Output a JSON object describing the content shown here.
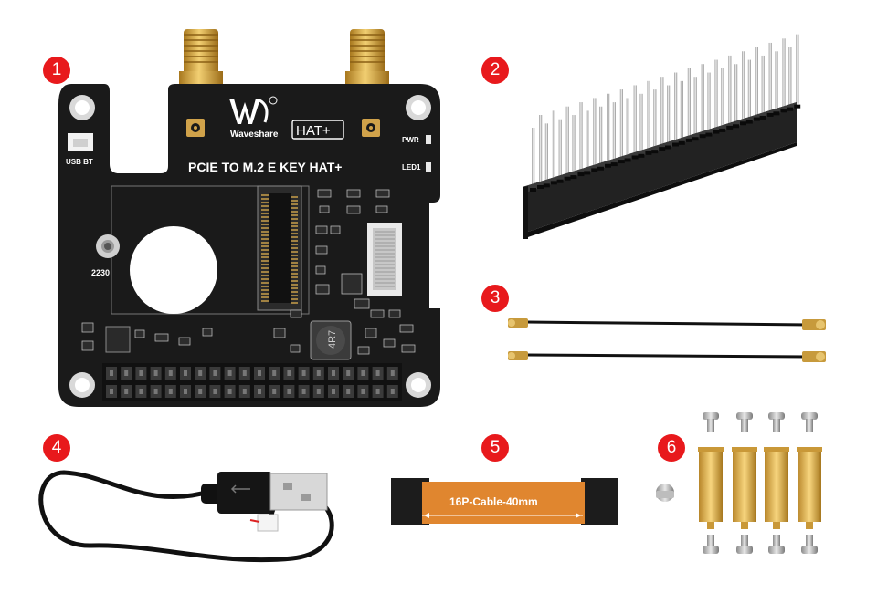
{
  "badges": [
    "1",
    "2",
    "3",
    "4",
    "5",
    "6"
  ],
  "board": {
    "logo_text": "Waveshare",
    "hat_label": "HAT+",
    "title": "PCIE TO M.2 E KEY HAT+",
    "usb_label": "USB BT",
    "pwr_label": "PWR",
    "led_label": "LED1",
    "size_label": "2230",
    "inductor_label": "4R7"
  },
  "ribbon": {
    "label": "16P-Cable-40mm"
  },
  "colors": {
    "badge": "#e8191c",
    "board": "#1a1a1a",
    "gold": "#d4a23a",
    "ribbon": "#e0862f",
    "brass": "#e0b14a"
  }
}
